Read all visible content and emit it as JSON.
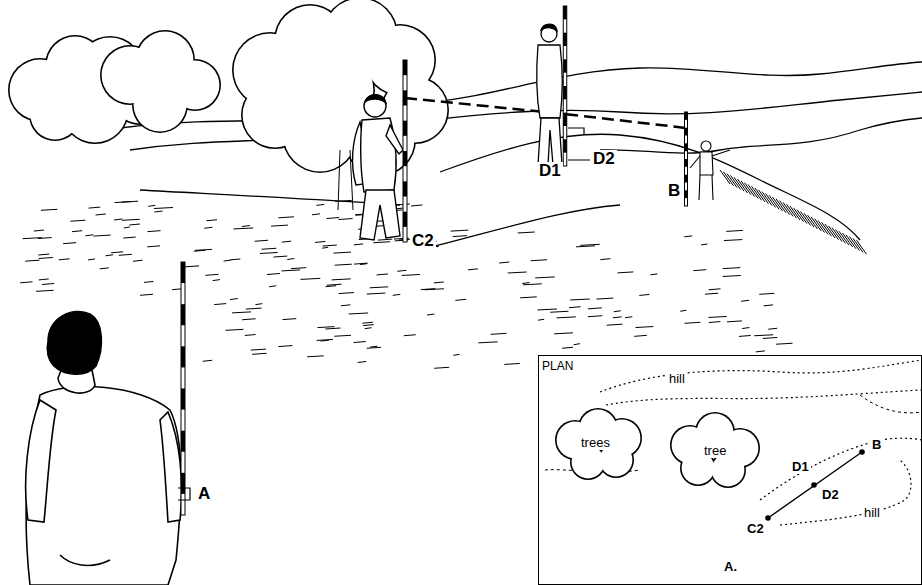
{
  "diagram": {
    "nodes": [
      {
        "text": [
          "PLAN"
        ]
      }
    ],
    "labels": [
      "C2",
      "D1",
      "D2",
      "B",
      "A",
      "hill",
      "trees",
      "tree",
      "D1",
      "D2",
      "B",
      "C2",
      "hill",
      "A."
    ]
  }
}
